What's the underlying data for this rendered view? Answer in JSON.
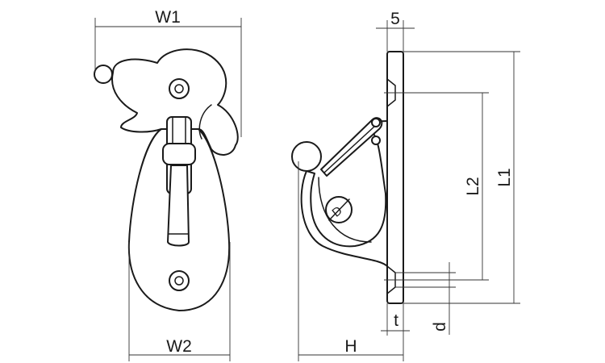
{
  "labels": {
    "w1": "W1",
    "w2": "W2",
    "five": "5",
    "l1": "L1",
    "l2": "L2",
    "h": "H",
    "t": "t",
    "d_small": "d",
    "d_large": "D"
  }
}
